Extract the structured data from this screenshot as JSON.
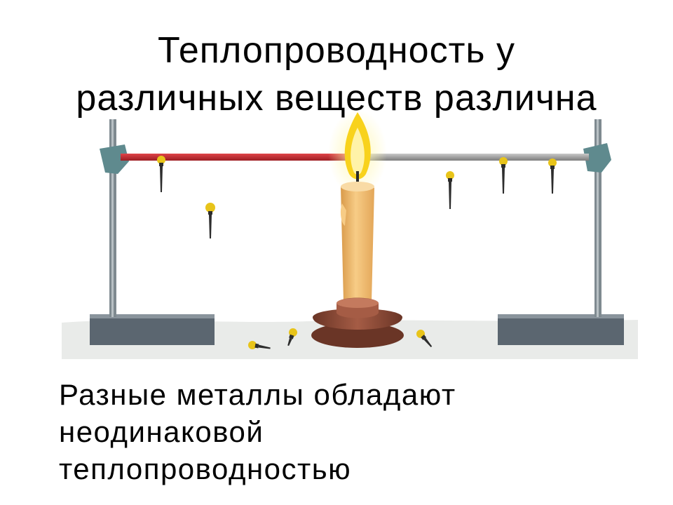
{
  "slide": {
    "title_lines": [
      "Теплопроводность у",
      "различных веществ различна"
    ],
    "caption_lines": [
      "Разные металлы обладают",
      "неодинаковой",
      "теплопроводностью"
    ]
  },
  "illustration": {
    "subject": "heat-conduction-experiment",
    "colors": {
      "rod_copper": "#c0282c",
      "rod_steel": "#9a9a9a",
      "stand": "#7f8a90",
      "base": "#5b6670",
      "clamp": "#5f8a8e",
      "candle": "#f2b969",
      "candle_holder": "#8e4d3a",
      "flame": "#f8d21c",
      "wax_pellet": "#e8c41a",
      "tack": "#2d2d2d",
      "table": "#e9ebe9"
    }
  }
}
